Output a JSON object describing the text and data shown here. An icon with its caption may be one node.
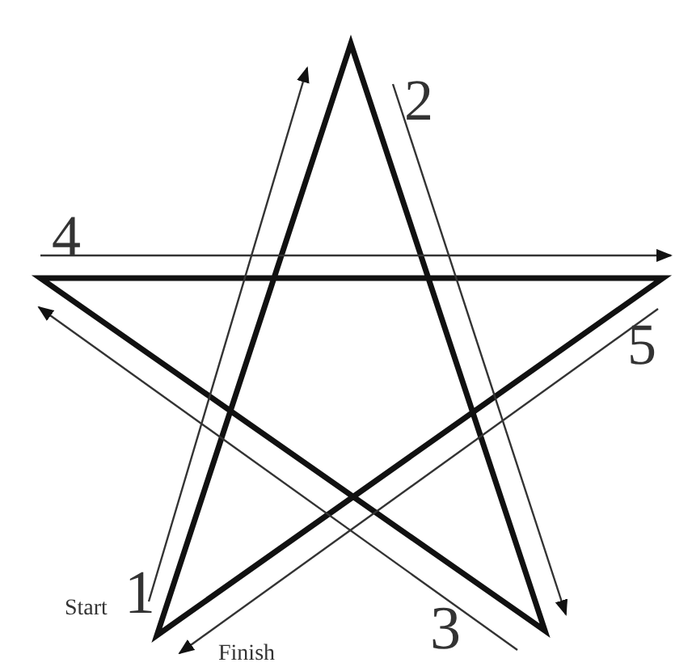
{
  "diagram": {
    "labels": [
      "2",
      "4",
      "5",
      "Start",
      "1",
      "3",
      "Finish"
    ]
  }
}
